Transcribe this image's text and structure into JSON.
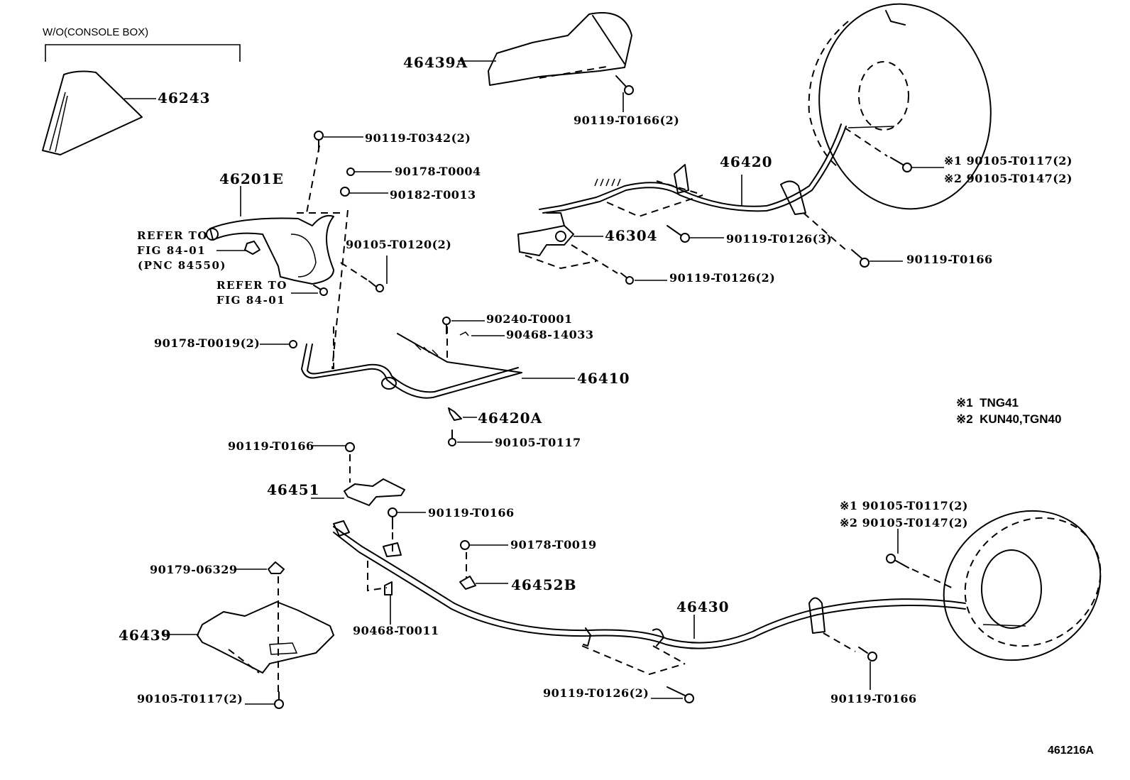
{
  "diagram": {
    "figure_id": "461216A",
    "group_title": "W/O(CONSOLE BOX)",
    "notes": [
      {
        "mark": "※1",
        "text": "TNG41"
      },
      {
        "mark": "※2",
        "text": "KUN40,TGN40"
      }
    ],
    "labels": {
      "p46243": "46243",
      "p46439A": "46439A",
      "p90119_T0166_2_top": "90119-T0166(2)",
      "p90119_T0342": "90119-T0342(2)",
      "p90178_T0004": "90178-T0004",
      "p90182_T0013": "90182-T0013",
      "p46201E": "46201E",
      "refer1_line1": "REFER TO",
      "refer1_line2": "FIG 84-01",
      "refer1_line3": "(PNC 84550)",
      "p90105_T0120": "90105-T0120(2)",
      "refer2_line1": "REFER TO",
      "refer2_line2": "FIG 84-01",
      "p46420": "46420",
      "p_r1_top": "※1 90105-T0117(2)",
      "p_r2_top": "※2 90105-T0147(2)",
      "p46304": "46304",
      "p90119_T0126_3": "90119-T0126(3)",
      "p90119_T0166_right": "90119-T0166",
      "p90119_T0126_2_top": "90119-T0126(2)",
      "p90240_T0001": "90240-T0001",
      "p90468_14033": "90468-14033",
      "p90178_T0019_2": "90178-T0019(2)",
      "p46410": "46410",
      "p46420A": "46420A",
      "p90105_T0117": "90105-T0117",
      "p90119_T0166_mid": "90119-T0166",
      "p46451": "46451",
      "p90119_T0166_lower": "90119-T0166",
      "p90178_T0019": "90178-T0019",
      "p46452B": "46452B",
      "p90179_06329": "90179-06329",
      "p46439": "46439",
      "p90468_T0011": "90468-T0011",
      "p90105_T0117_2": "90105-T0117(2)",
      "p46430": "46430",
      "p_r1_bottom": "※1 90105-T0117(2)",
      "p_r2_bottom": "※2 90105-T0147(2)",
      "p90119_T0126_2_bottom": "90119-T0126(2)",
      "p90119_T0166_bottom": "90119-T0166"
    }
  }
}
